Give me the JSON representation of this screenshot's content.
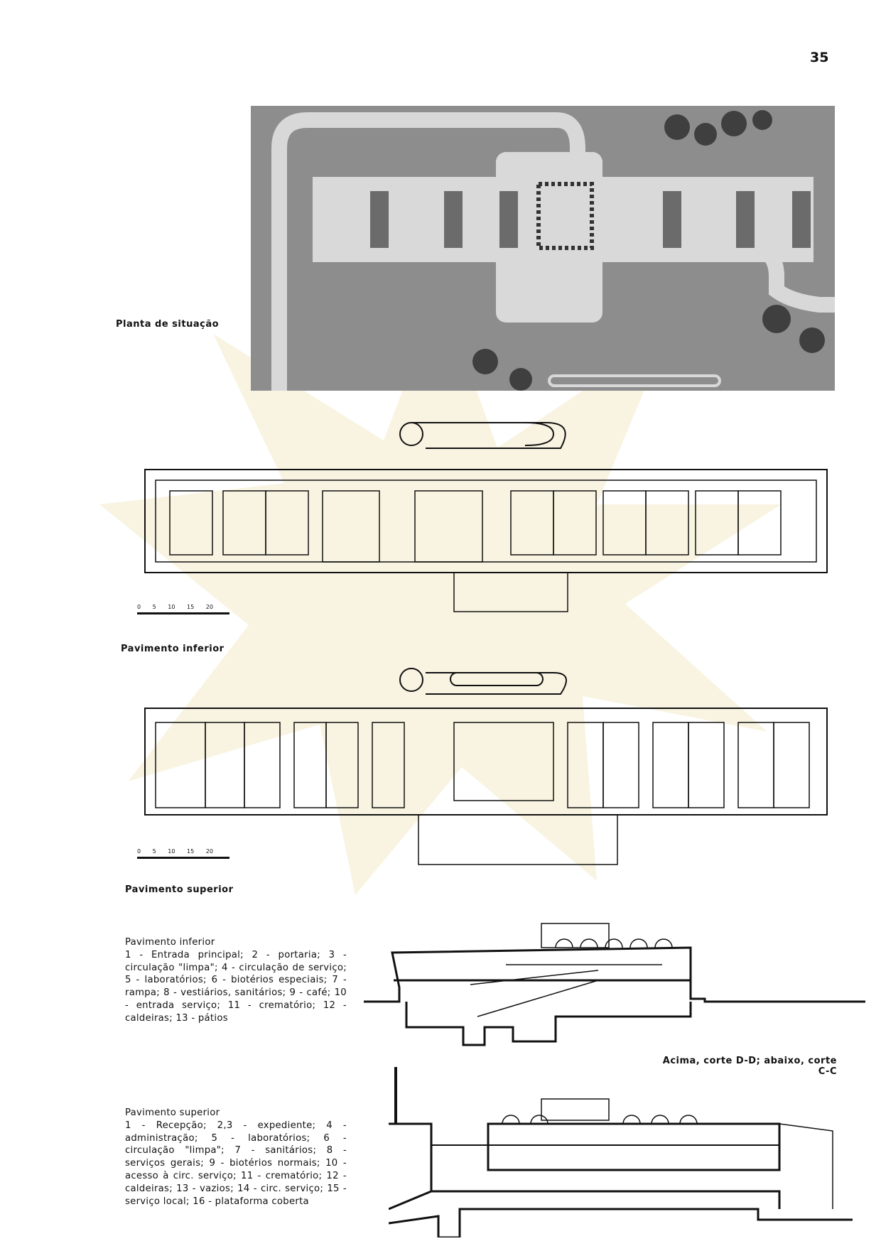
{
  "page_number": "35",
  "captions": {
    "site_plan": "Planta de situação",
    "lower_floor": "Pavimento inferior",
    "upper_floor": "Pavimento superior",
    "sections": "Acima, corte D-D; abaixo, corte C-C"
  },
  "scale_labels": [
    "0",
    "5",
    "10",
    "15",
    "20"
  ],
  "legend_lower": {
    "title": "Pavimento inferior",
    "text": "1 - Entrada principal; 2 - portaria; 3 - circulação \"limpa\"; 4 - circulação de serviço; 5 - laboratórios; 6 - biotérios especiais; 7 - rampa; 8 - vestiários, sanitários; 9 - café; 10 - entrada serviço; 11 - crematório; 12 - caldeiras; 13 - pátios"
  },
  "legend_upper": {
    "title": "Pavimento superior",
    "text": "1 - Recepção; 2,3 - expediente; 4 - administração; 5 - laboratórios; 6 - circulação \"limpa\"; 7 - sanitários; 8 - serviços gerais; 9 - biotérios normais; 10 - acesso à circ. serviço; 11 - crematório; 12 - caldeiras; 13 - vazios; 14 - circ. serviço; 15 - serviço local; 16 - plataforma coberta"
  }
}
